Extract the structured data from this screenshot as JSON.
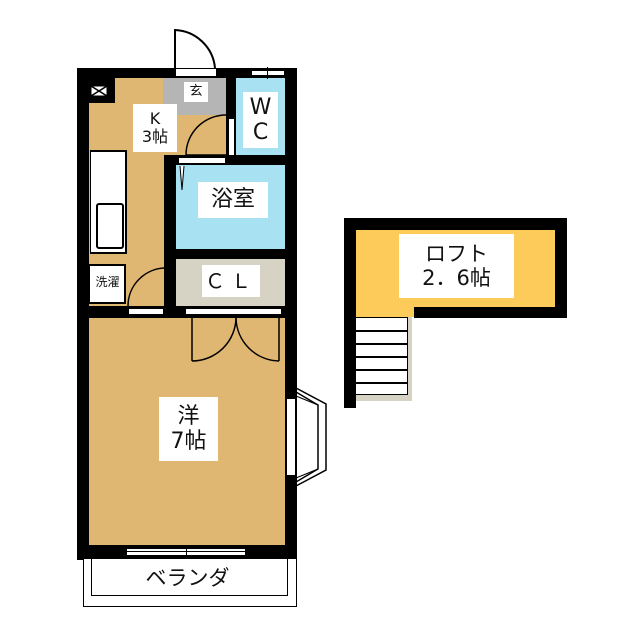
{
  "floorplan": {
    "colors": {
      "wood_floor": "#e0b772",
      "wet_area": "#a8e2f2",
      "entrance": "#b5b5b5",
      "closet": "#d6d2c4",
      "loft": "#fdcb5a",
      "wall": "#000000"
    },
    "rooms": {
      "kitchen": {
        "line1": "K",
        "line2": "3帖"
      },
      "entrance": {
        "label": "玄"
      },
      "toilet": {
        "line1": "W",
        "line2": "C"
      },
      "bathroom": {
        "label": "浴室"
      },
      "closet": {
        "label": "ＣＬ"
      },
      "laundry": {
        "label": "洗濯"
      },
      "western_room": {
        "line1": "洋",
        "line2": "7帖"
      },
      "balcony": {
        "label": "ベランダ"
      },
      "loft": {
        "line1": "ロフト",
        "line2": "2．6帖"
      }
    }
  }
}
